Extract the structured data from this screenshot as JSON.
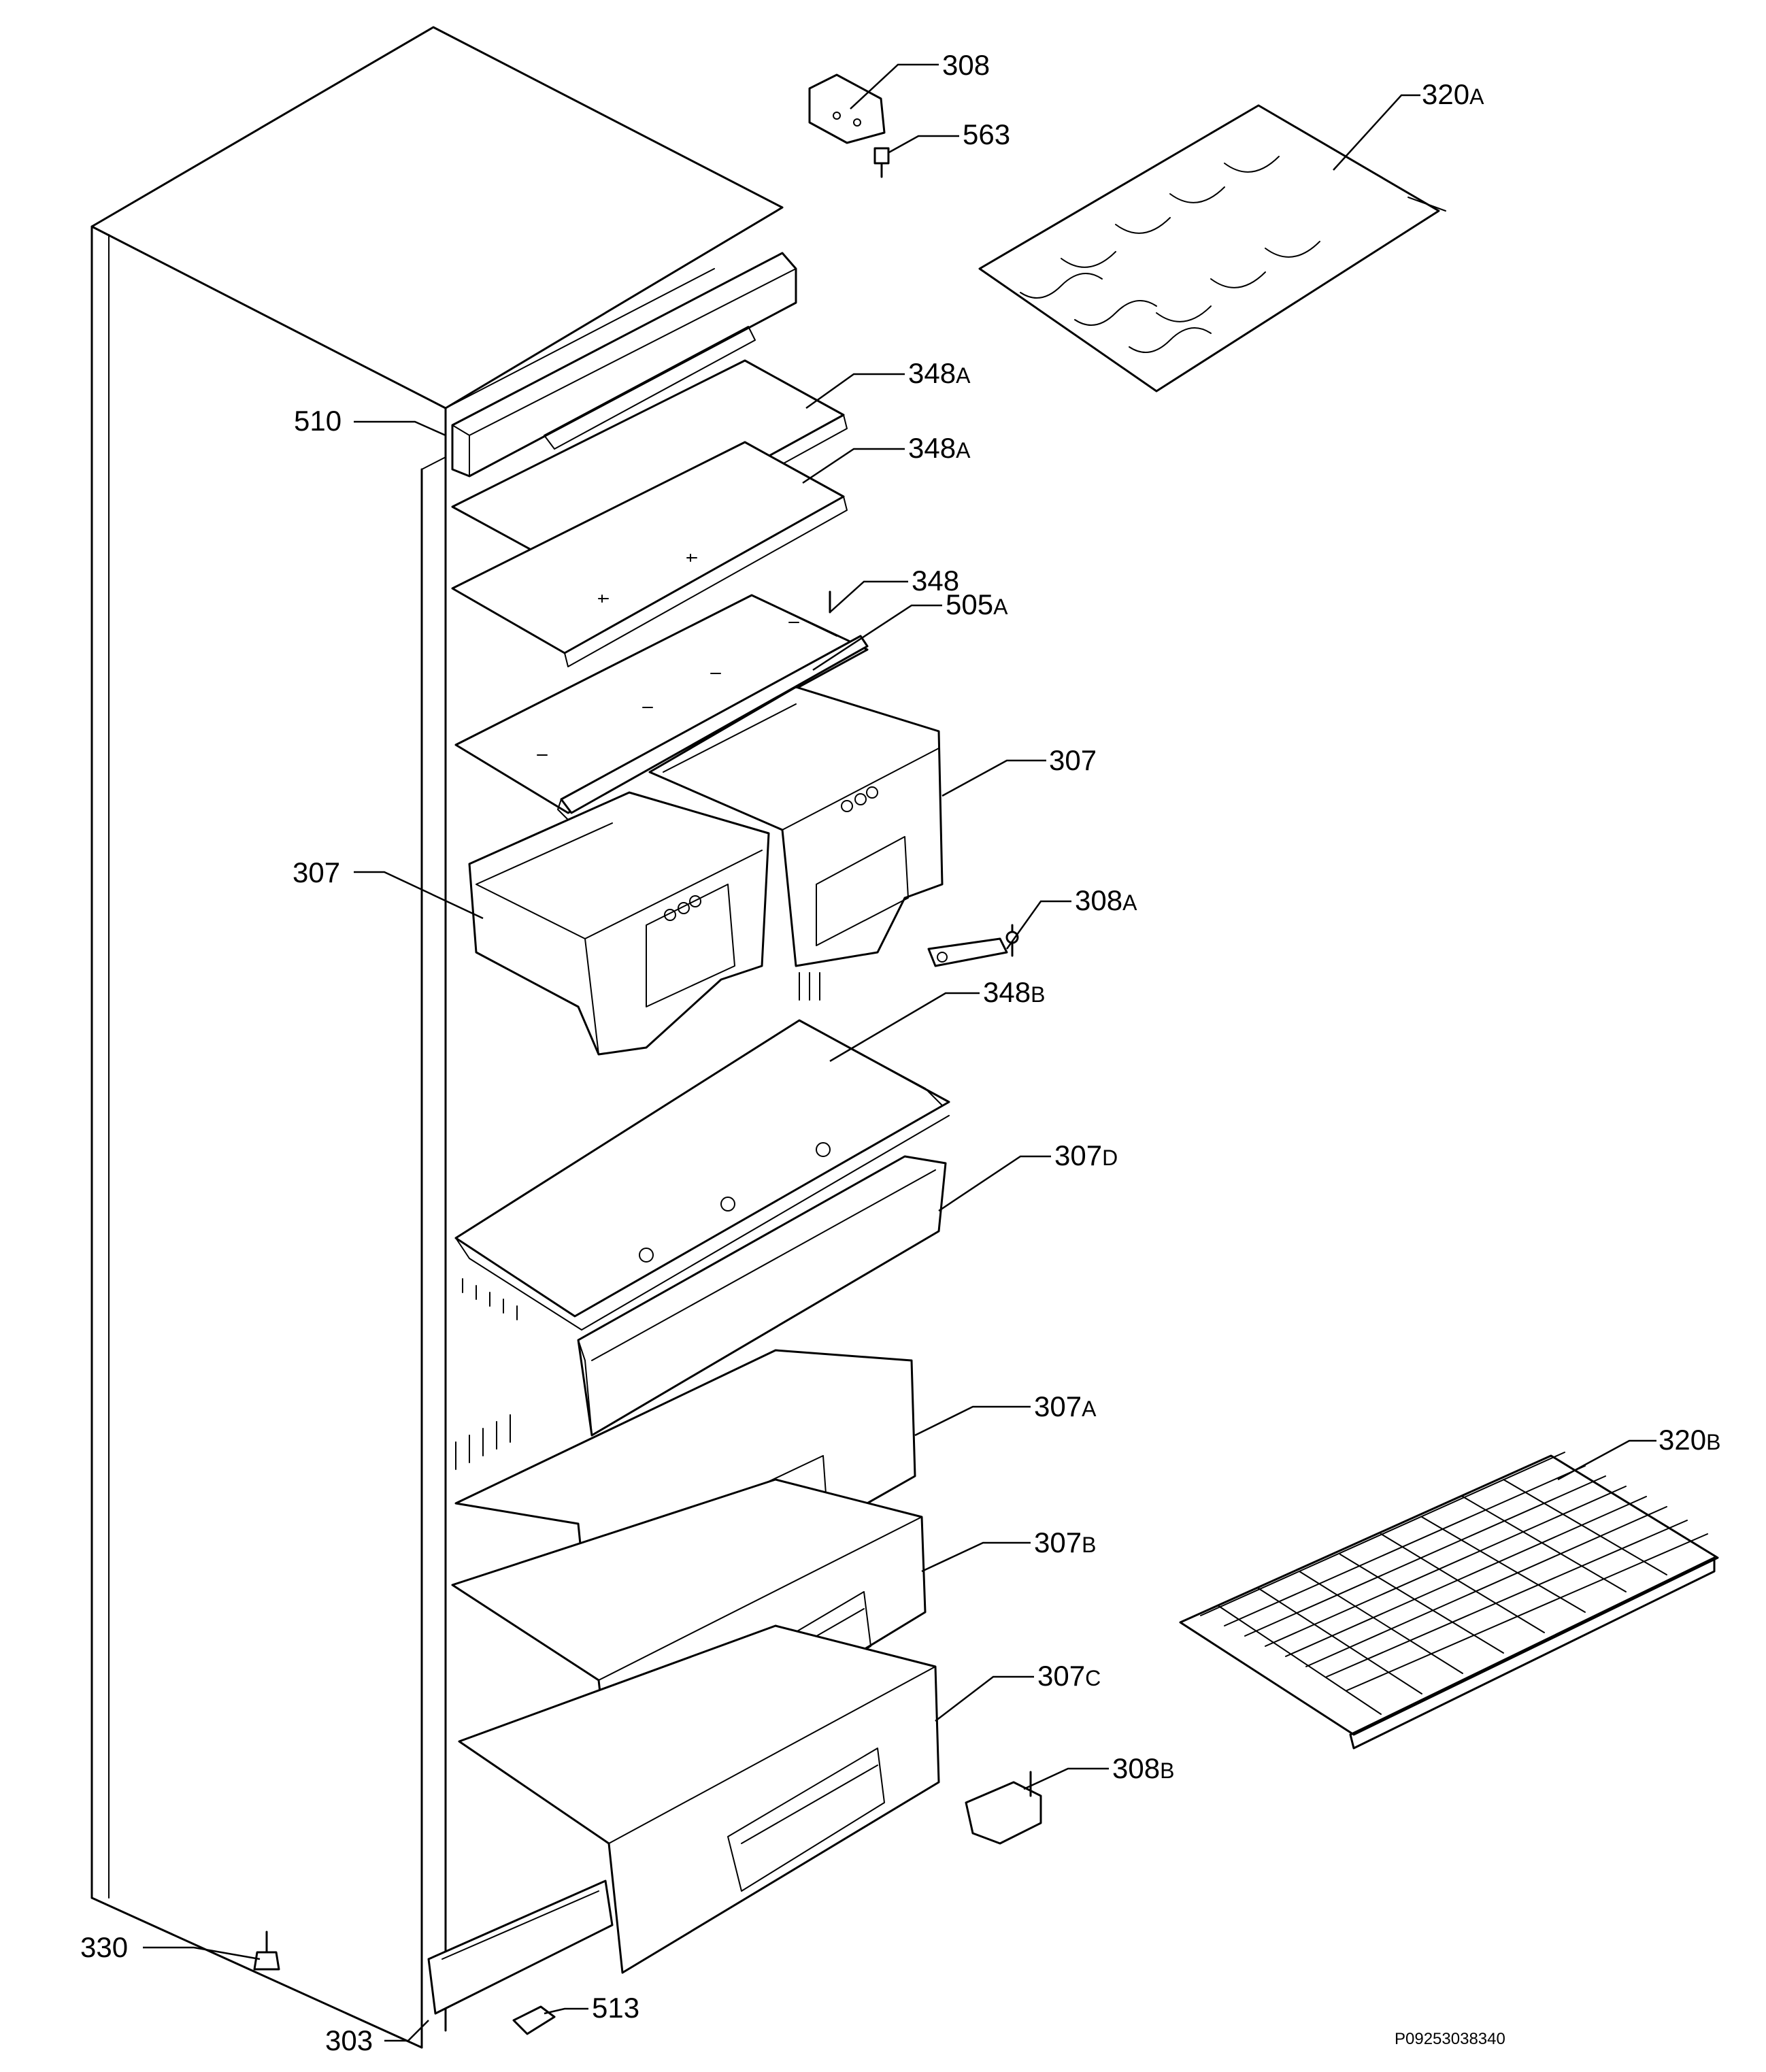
{
  "parts": [
    {
      "id": "308",
      "num": "308",
      "suffix": ""
    },
    {
      "id": "563",
      "num": "563",
      "suffix": ""
    },
    {
      "id": "320A",
      "num": "320",
      "suffix": "A"
    },
    {
      "id": "510",
      "num": "510",
      "suffix": ""
    },
    {
      "id": "348A-1",
      "num": "348",
      "suffix": "A"
    },
    {
      "id": "348A-2",
      "num": "348",
      "suffix": "A"
    },
    {
      "id": "348",
      "num": "348",
      "suffix": ""
    },
    {
      "id": "505A",
      "num": "505",
      "suffix": "A"
    },
    {
      "id": "307-right",
      "num": "307",
      "suffix": ""
    },
    {
      "id": "307-left",
      "num": "307",
      "suffix": ""
    },
    {
      "id": "308A",
      "num": "308",
      "suffix": "A"
    },
    {
      "id": "348B",
      "num": "348",
      "suffix": "B"
    },
    {
      "id": "307D",
      "num": "307",
      "suffix": "D"
    },
    {
      "id": "307A",
      "num": "307",
      "suffix": "A"
    },
    {
      "id": "320B",
      "num": "320",
      "suffix": "B"
    },
    {
      "id": "307B",
      "num": "307",
      "suffix": "B"
    },
    {
      "id": "307C",
      "num": "307",
      "suffix": "C"
    },
    {
      "id": "308B",
      "num": "308",
      "suffix": "B"
    },
    {
      "id": "330",
      "num": "330",
      "suffix": ""
    },
    {
      "id": "303",
      "num": "303",
      "suffix": ""
    },
    {
      "id": "513",
      "num": "513",
      "suffix": ""
    }
  ],
  "drawing_code": "P09253038340"
}
